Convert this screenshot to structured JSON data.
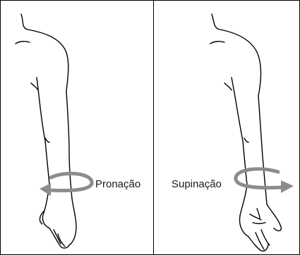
{
  "figure": {
    "left_panel": {
      "label": "Pronação",
      "arrow_direction": "left"
    },
    "right_panel": {
      "label": "Supinação",
      "arrow_direction": "right"
    },
    "colors": {
      "line": "#000000",
      "arrow": "#8c8c8c",
      "background": "#ffffff"
    }
  }
}
